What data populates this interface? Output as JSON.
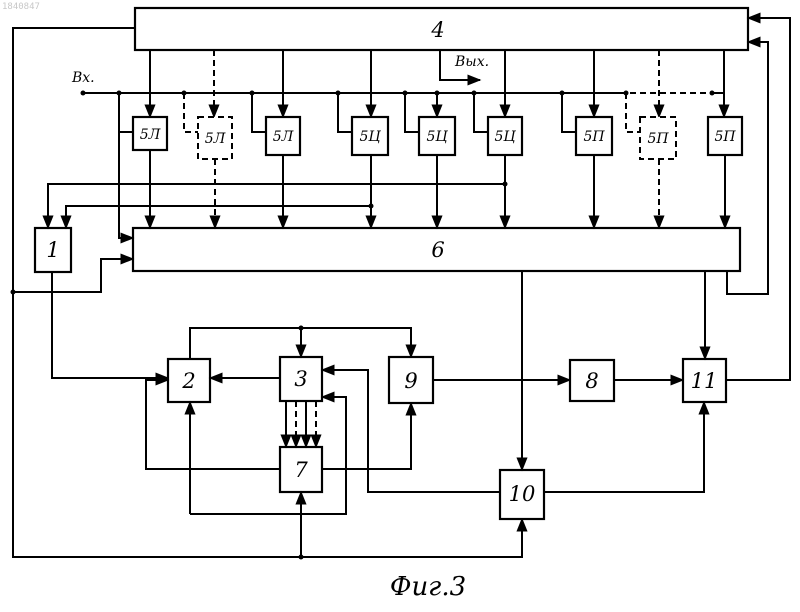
{
  "corner_text": "1840847",
  "caption": "Фиг.3",
  "io": {
    "input": "Вх.",
    "output": "Вых."
  },
  "blocks": {
    "b1": "1",
    "b2": "2",
    "b3": "3",
    "b4": "4",
    "b6": "6",
    "b7": "7",
    "b8": "8",
    "b9": "9",
    "b10": "10",
    "b11": "11"
  },
  "row5": [
    "5Л",
    "5Л",
    "5Л",
    "5Ц",
    "5Ц",
    "5Ц",
    "5П",
    "5П",
    "5П"
  ]
}
